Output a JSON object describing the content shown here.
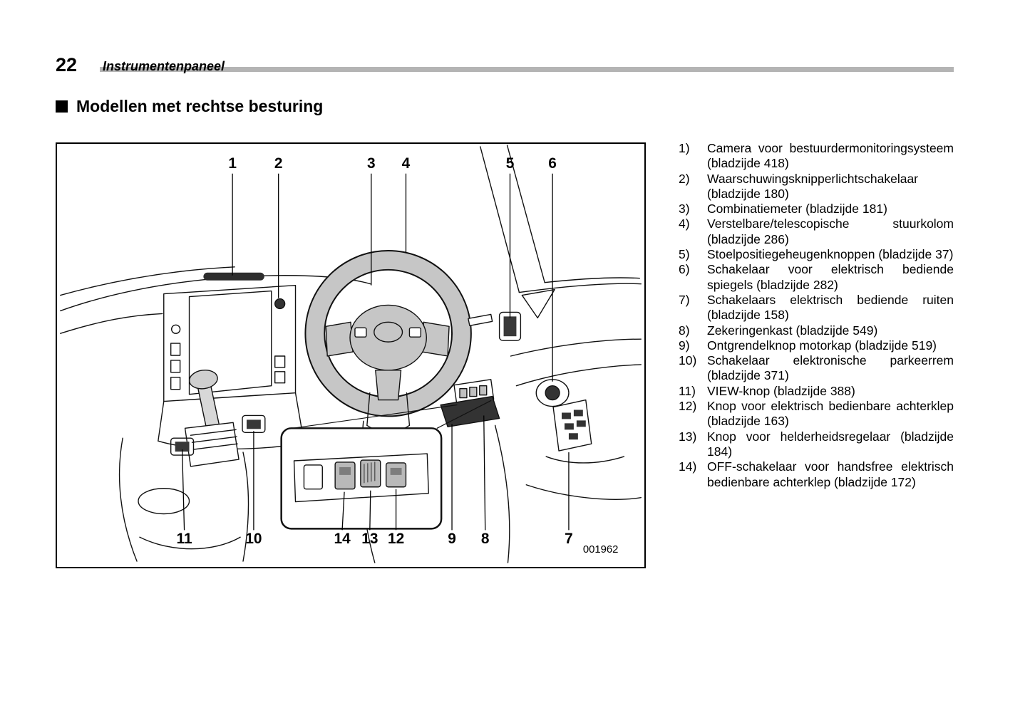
{
  "page": {
    "number": "22",
    "running_header": "Instrumentenpaneel",
    "section_title": "Modellen met rechtse besturing"
  },
  "figure": {
    "code": "001962",
    "callouts": {
      "c1": "1",
      "c2": "2",
      "c3": "3",
      "c4": "4",
      "c5": "5",
      "c6": "6",
      "c7": "7",
      "c8": "8",
      "c9": "9",
      "c10": "10",
      "c11": "11",
      "c12": "12",
      "c13": "13",
      "c14": "14"
    }
  },
  "legend": {
    "items": [
      {
        "num": "1)",
        "text": "Camera voor bestuurdermonitoringsysteem (bladzijde 418)"
      },
      {
        "num": "2)",
        "text": "Waarschuwingsknipperlichtschakelaar (bladzijde 180)"
      },
      {
        "num": "3)",
        "text": "Combinatiemeter (bladzijde 181)"
      },
      {
        "num": "4)",
        "text": "Verstelbare/telescopische stuurkolom (bladzijde 286)"
      },
      {
        "num": "5)",
        "text": "Stoelpositiegeheugenknoppen (bladzijde 37)"
      },
      {
        "num": "6)",
        "text": "Schakelaar voor elektrisch bediende spiegels (bladzijde 282)"
      },
      {
        "num": "7)",
        "text": "Schakelaars elektrisch bediende ruiten (bladzijde 158)"
      },
      {
        "num": "8)",
        "text": "Zekeringenkast (bladzijde 549)"
      },
      {
        "num": "9)",
        "text": "Ontgrendelknop motorkap (bladzijde 519)"
      },
      {
        "num": "10)",
        "text": "Schakelaar elektronische parkeerrem (bladzijde 371)"
      },
      {
        "num": "11)",
        "text": "VIEW-knop (bladzijde 388)"
      },
      {
        "num": "12)",
        "text": "Knop voor elektrisch bedienbare achterklep (bladzijde 163)"
      },
      {
        "num": "13)",
        "text": "Knop voor helderheidsregelaar (bladzijde 184)"
      },
      {
        "num": "14)",
        "text": "OFF-schakelaar voor handsfree elektrisch bedienbare achterklep (bladzijde 172)"
      }
    ]
  }
}
